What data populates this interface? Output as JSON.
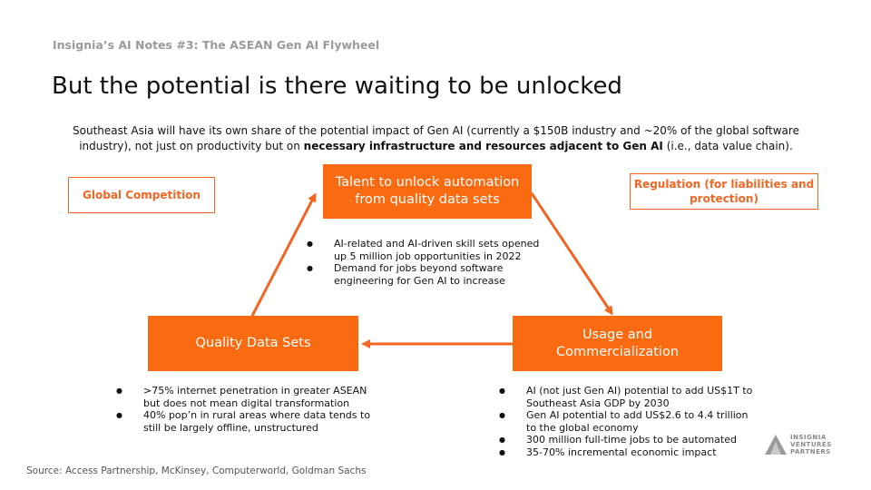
{
  "header": {
    "kicker": "Insignia’s AI Notes #3: The ASEAN Gen AI Flywheel",
    "title": "But the potential is there waiting to be unlocked",
    "subtitle_part1": "Southeast Asia will have its own share of the potential impact of Gen AI (currently a $150B industry and ~20% of the global software industry), not just on productivity but on ",
    "subtitle_bold": "necessary infrastructure and resources adjacent to Gen AI",
    "subtitle_part2": " (i.e., data value chain)."
  },
  "labels": {
    "global_competition": "Global Competition",
    "regulation": "Regulation (for liabilities and protection)"
  },
  "nodes": {
    "talent": "Talent to unlock automation from quality data sets",
    "quality": "Quality Data Sets",
    "usage": "Usage and Commercialization"
  },
  "bullets": {
    "talent": [
      "AI-related and AI-driven skill sets opened up 5 million job opportunities in 2022",
      "Demand for jobs beyond software engineering for Gen AI to increase"
    ],
    "quality": [
      ">75% internet penetration in greater ASEAN but does not mean digital transformation",
      "40% pop’n in rural areas where data tends to still be largely offline, unstructured"
    ],
    "usage": [
      "AI (not just Gen AI) potential to add US$1T to Southeast Asia GDP by 2030",
      "Gen AI potential to add US$2.6 to 4.4 trillion to the global economy",
      "300 million full-time jobs to be automated",
      "35-70% incremental economic impact"
    ]
  },
  "footer": {
    "source": "Source: Access Partnership, McKinsey, Computerworld, Goldman Sachs",
    "logo_line1": "INSIGNIA",
    "logo_line2": "VENTURES",
    "logo_line3": "PARTNERS"
  },
  "colors": {
    "accent": "#fa6a10",
    "outline": "#f26522",
    "kicker": "#9a9a9a"
  }
}
